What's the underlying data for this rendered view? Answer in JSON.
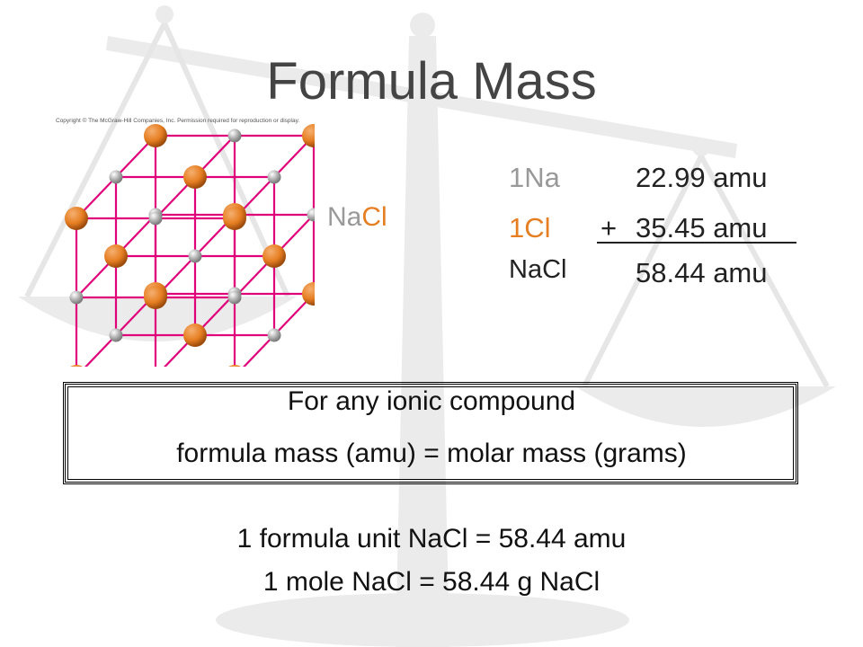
{
  "slide": {
    "title": "Formula Mass",
    "copyright": "Copyright © The McGraw-Hill Companies, Inc. Permission required for reproduction or display.",
    "compound_label": {
      "na": "Na",
      "cl": "Cl"
    },
    "calculation": {
      "rows": [
        {
          "element": "1Na",
          "operator": "",
          "value": "22.99 amu"
        },
        {
          "element": "1Cl",
          "operator": "+",
          "value": "35.45 amu"
        }
      ],
      "total": {
        "element": "NaCl",
        "value": "58.44 amu"
      }
    },
    "box": {
      "line1": "For any ionic compound",
      "line2": "formula mass (amu) = molar mass (grams)"
    },
    "equations": [
      "1 formula unit NaCl = 58.44 amu",
      "1 mole NaCl = 58.44 g NaCl"
    ],
    "colors": {
      "chlorine": "#e67e22",
      "sodium": "#aaaaaa",
      "lattice": "#e0007a",
      "scale_bg": "#ececec"
    },
    "icons": [
      "balance-scale-icon",
      "nacl-crystal-lattice-icon"
    ]
  }
}
